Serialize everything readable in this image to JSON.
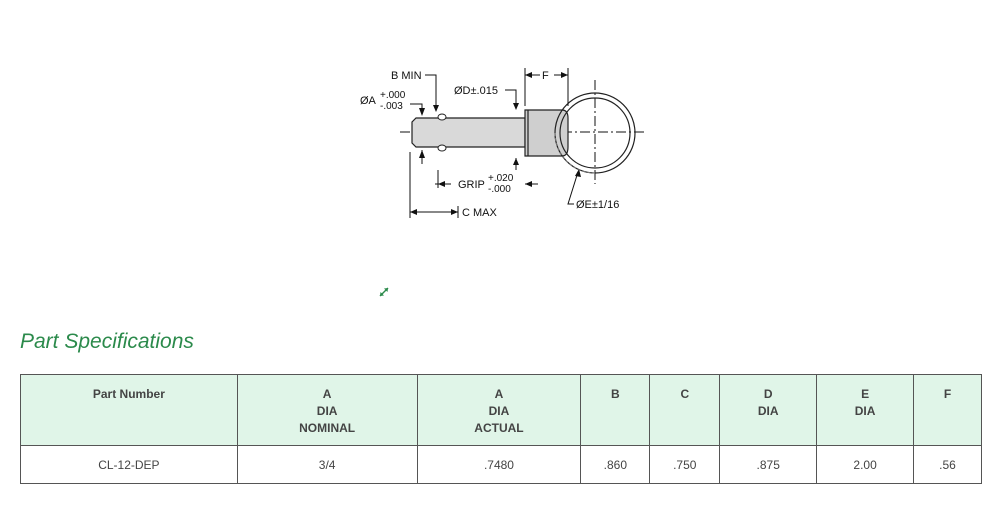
{
  "drawing": {
    "labels": {
      "b_min": "B MIN",
      "d_dia": "ØD±.015",
      "f": "F",
      "a_dia": "ØA",
      "a_tol_plus": "+.000",
      "a_tol_minus": "-.003",
      "grip": "GRIP",
      "grip_tol_plus": "+.020",
      "grip_tol_minus": "-.000",
      "c_max": "C MAX",
      "e_dia": "ØE±1/16"
    },
    "expand_icon": "expand-arrows-icon"
  },
  "section": {
    "title": "Part Specifications"
  },
  "table": {
    "headers": [
      [
        "Part Number"
      ],
      [
        "A",
        "DIA",
        "NOMINAL"
      ],
      [
        "A",
        "DIA",
        "ACTUAL"
      ],
      [
        "B"
      ],
      [
        "C"
      ],
      [
        "D",
        "DIA"
      ],
      [
        "E",
        "DIA"
      ],
      [
        "F"
      ]
    ],
    "rows": [
      [
        "CL-12-DEP",
        "3/4",
        ".7480",
        ".860",
        ".750",
        ".875",
        "2.00",
        ".56"
      ]
    ]
  },
  "colors": {
    "accent": "#2b8a4b",
    "header_bg": "#e0f5e8",
    "border": "#555555"
  }
}
